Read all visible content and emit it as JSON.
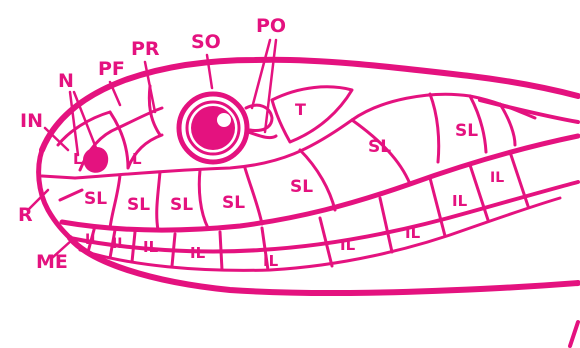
{
  "colors": {
    "ink": "#e4127f",
    "background": "#ffffff"
  },
  "callouts": {
    "IN": "IN",
    "N": "N",
    "PF": "PF",
    "PR": "PR",
    "SO": "SO",
    "PO": "PO",
    "R": "R",
    "ME": "ME"
  },
  "scale_labels": {
    "T": "T",
    "L": "L",
    "SL": "SL",
    "IL": "IL"
  }
}
